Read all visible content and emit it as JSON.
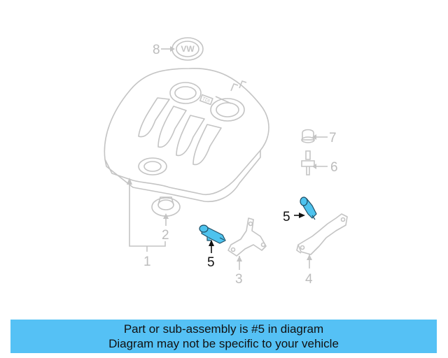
{
  "callouts": {
    "part1": "1",
    "part2": "2",
    "part3": "3",
    "part4": "4",
    "part5_left": "5",
    "part5_right": "5",
    "part6": "6",
    "part7": "7",
    "part8": "8"
  },
  "emblem_text": "VW",
  "cover_badge_text": "TDI",
  "caption": {
    "line1": "Part or sub-assembly is #5 in diagram",
    "line2": "Diagram may not be specific to your vehicle"
  },
  "colors": {
    "highlight": "#55c1f5",
    "part_highlight": "#4ec3ee",
    "linework": "#c4c4c4",
    "text_active": "#111111"
  }
}
